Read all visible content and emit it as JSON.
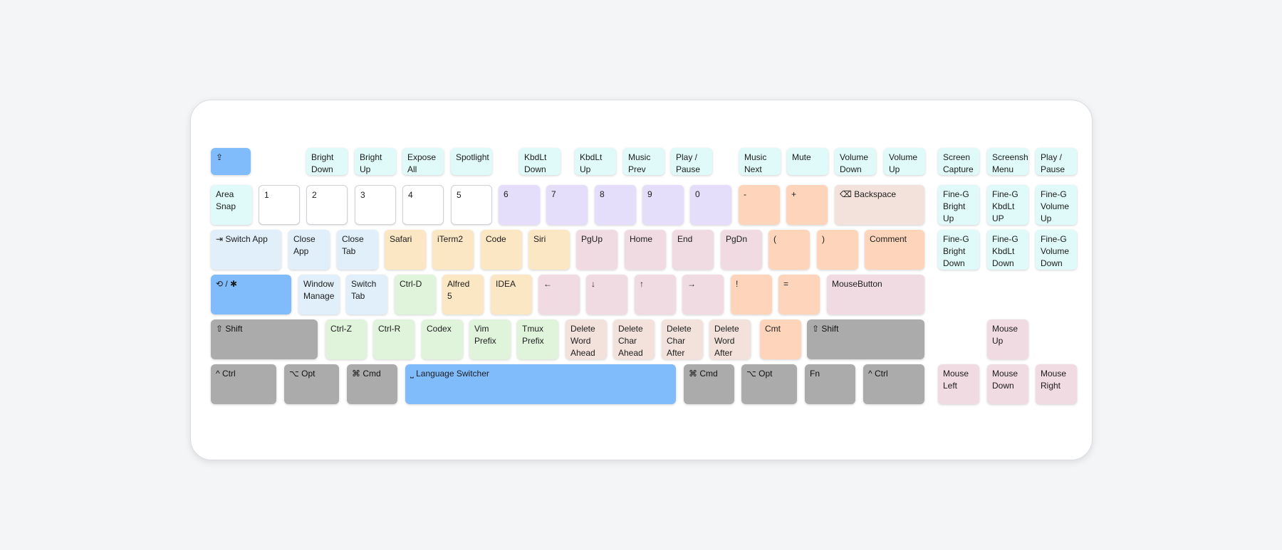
{
  "colors": {
    "page_background": "#f4f5f7",
    "board_background": "#ffffff",
    "white": "#ffffff",
    "cyan": "#dffaf8",
    "blue": "#80bbfb",
    "purple": "#e5defa",
    "peach": "#fed5bb",
    "rose": "#f2e2db",
    "lightblue": "#e0eff9",
    "yellow": "#fce7c4",
    "pink": "#f1dbe3",
    "green": "#e0f4dc",
    "gray": "#ababab"
  },
  "rows": [
    [
      {
        "label": "⇪",
        "color": "blue"
      },
      {
        "label": "Bright\nDown",
        "color": "cyan"
      },
      {
        "label": "Bright\nUp",
        "color": "cyan"
      },
      {
        "label": "Expose\nAll",
        "color": "cyan"
      },
      {
        "label": "Spotlight",
        "color": "cyan"
      },
      {
        "label": "KbdLt\nDown",
        "color": "cyan"
      },
      {
        "label": "KbdLt\nUp",
        "color": "cyan"
      },
      {
        "label": "Music\nPrev",
        "color": "cyan"
      },
      {
        "label": "Play /\nPause",
        "color": "cyan"
      },
      {
        "label": "Music\nNext",
        "color": "cyan"
      },
      {
        "label": "Mute",
        "color": "cyan"
      },
      {
        "label": "Volume\nDown",
        "color": "cyan"
      },
      {
        "label": "Volume\nUp",
        "color": "cyan"
      },
      {
        "label": "Screen\nCapture",
        "color": "cyan"
      },
      {
        "label": "Screenshot\nMenu",
        "color": "cyan"
      },
      {
        "label": "Play /\nPause",
        "color": "cyan"
      }
    ],
    [
      {
        "label": "Area\nSnap",
        "color": "cyan"
      },
      {
        "label": "1",
        "color": "white"
      },
      {
        "label": "2",
        "color": "white"
      },
      {
        "label": "3",
        "color": "white"
      },
      {
        "label": "4",
        "color": "white"
      },
      {
        "label": "5",
        "color": "white"
      },
      {
        "label": "6",
        "color": "purple"
      },
      {
        "label": "7",
        "color": "purple"
      },
      {
        "label": "8",
        "color": "purple"
      },
      {
        "label": "9",
        "color": "purple"
      },
      {
        "label": "0",
        "color": "purple"
      },
      {
        "label": "-",
        "color": "peach"
      },
      {
        "label": "+",
        "color": "peach"
      },
      {
        "label": "⌫ Backspace",
        "color": "rose"
      },
      {
        "label": "Fine-G\nBright\nUp",
        "color": "cyan"
      },
      {
        "label": "Fine-G\nKbdLt\nUP",
        "color": "cyan"
      },
      {
        "label": "Fine-G\nVolume\nUp",
        "color": "cyan"
      }
    ],
    [
      {
        "label": "⇥ Switch App",
        "color": "lightblue"
      },
      {
        "label": "Close\nApp",
        "color": "lightblue"
      },
      {
        "label": "Close\nTab",
        "color": "lightblue"
      },
      {
        "label": "Safari",
        "color": "yellow"
      },
      {
        "label": "iTerm2",
        "color": "yellow"
      },
      {
        "label": "Code",
        "color": "yellow"
      },
      {
        "label": "Siri",
        "color": "yellow"
      },
      {
        "label": "PgUp",
        "color": "pink"
      },
      {
        "label": "Home",
        "color": "pink"
      },
      {
        "label": "End",
        "color": "pink"
      },
      {
        "label": "PgDn",
        "color": "pink"
      },
      {
        "label": "(",
        "color": "peach"
      },
      {
        "label": ")",
        "color": "peach"
      },
      {
        "label": "Comment",
        "color": "peach"
      },
      {
        "label": "Fine-G\nBright\nDown",
        "color": "cyan"
      },
      {
        "label": "Fine-G\nKbdLt\nDown",
        "color": "cyan"
      },
      {
        "label": "Fine-G\nVolume\nDown",
        "color": "cyan"
      }
    ],
    [
      {
        "label": "⟲ / ✱",
        "color": "blue"
      },
      {
        "label": "Window\nManage",
        "color": "lightblue"
      },
      {
        "label": "Switch\nTab",
        "color": "lightblue"
      },
      {
        "label": "Ctrl-D",
        "color": "green"
      },
      {
        "label": "Alfred\n5",
        "color": "yellow"
      },
      {
        "label": "IDEA",
        "color": "yellow"
      },
      {
        "label": "←",
        "color": "pink"
      },
      {
        "label": "↓",
        "color": "pink"
      },
      {
        "label": "↑",
        "color": "pink"
      },
      {
        "label": "→",
        "color": "pink"
      },
      {
        "label": "!",
        "color": "peach"
      },
      {
        "label": "=",
        "color": "peach"
      },
      {
        "label": "MouseButton",
        "color": "pink"
      }
    ],
    [
      {
        "label": "⇧ Shift",
        "color": "gray"
      },
      {
        "label": "Ctrl-Z",
        "color": "green"
      },
      {
        "label": "Ctrl-R",
        "color": "green"
      },
      {
        "label": "Codex",
        "color": "green"
      },
      {
        "label": "Vim\nPrefix",
        "color": "green"
      },
      {
        "label": "Tmux\nPrefix",
        "color": "green"
      },
      {
        "label": "Delete\nWord\nAhead",
        "color": "rose"
      },
      {
        "label": "Delete\nChar\nAhead",
        "color": "rose"
      },
      {
        "label": "Delete\nChar\nAfter",
        "color": "rose"
      },
      {
        "label": "Delete\nWord\nAfter",
        "color": "rose"
      },
      {
        "label": "Cmt",
        "color": "peach"
      },
      {
        "label": "⇧ Shift",
        "color": "gray"
      },
      {
        "label": "Mouse\nUp",
        "color": "pink"
      }
    ],
    [
      {
        "label": "^ Ctrl",
        "color": "gray"
      },
      {
        "label": "⌥ Opt",
        "color": "gray"
      },
      {
        "label": "⌘ Cmd",
        "color": "gray"
      },
      {
        "label": "⎵ Language Switcher",
        "color": "blue"
      },
      {
        "label": "⌘ Cmd",
        "color": "gray"
      },
      {
        "label": "⌥ Opt",
        "color": "gray"
      },
      {
        "label": "Fn",
        "color": "gray"
      },
      {
        "label": "^ Ctrl",
        "color": "gray"
      },
      {
        "label": "Mouse\nLeft",
        "color": "pink"
      },
      {
        "label": "Mouse\nDown",
        "color": "pink"
      },
      {
        "label": "Mouse\nRight",
        "color": "pink"
      }
    ]
  ]
}
